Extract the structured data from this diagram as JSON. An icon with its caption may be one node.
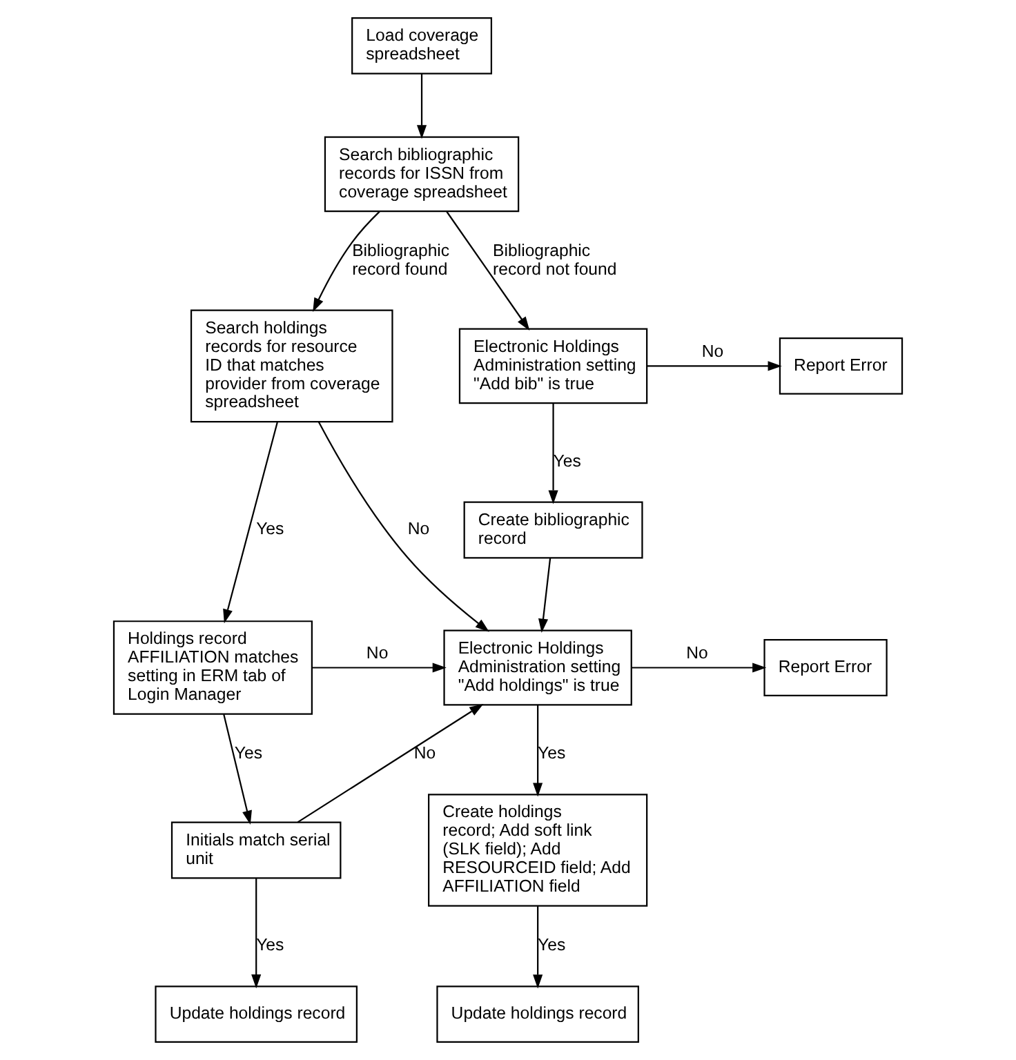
{
  "diagram": {
    "nodes": [
      {
        "text": [
          "Load coverage spreadsheet"
        ]
      },
      {
        "text": [
          "Search bibliographic records for ISSN from coverage spreadsheet"
        ]
      },
      {
        "text": [
          "Search holdings records for resource ID that matches provider from coverage spreadsheet"
        ]
      },
      {
        "text": [
          "Electronic Holdings Administration setting \"Add bib\" is true"
        ]
      },
      {
        "text": [
          "Report Error"
        ]
      },
      {
        "text": [
          "Create bibliographic record"
        ]
      },
      {
        "text": [
          "Holdings record AFFILIATION matches setting in ERM tab of Login Manager"
        ]
      },
      {
        "text": [
          "Electronic Holdings Administration setting \"Add holdings\" is true"
        ]
      },
      {
        "text": [
          "Report Error"
        ]
      },
      {
        "text": [
          "Initials match serial unit"
        ]
      },
      {
        "text": [
          "Create holdings record; Add soft link (SLK field); Add RESOURCEID field; Add AFFILIATION field"
        ]
      },
      {
        "text": [
          "Update holdings record"
        ]
      },
      {
        "text": [
          "Update holdings record"
        ]
      }
    ],
    "edges": [
      {
        "from": 0,
        "to": 1,
        "arrow": "to"
      },
      {
        "from": 1,
        "to": 2,
        "arrow": "to",
        "label": "Bibliographic record found"
      },
      {
        "from": 1,
        "to": 3,
        "arrow": "to",
        "label": "Bibliographic record not found"
      },
      {
        "from": 3,
        "to": 4,
        "arrow": "to",
        "label": "No"
      },
      {
        "from": 3,
        "to": 5,
        "arrow": "to",
        "label": "Yes"
      },
      {
        "from": 2,
        "to": 6,
        "arrow": "to",
        "label": "Yes"
      },
      {
        "from": 2,
        "to": 7,
        "arrow": "to",
        "label": "No"
      },
      {
        "from": 5,
        "to": 7,
        "arrow": "to"
      },
      {
        "from": 6,
        "to": 7,
        "arrow": "to",
        "label": "No"
      },
      {
        "from": 7,
        "to": 8,
        "arrow": "to",
        "label": "No"
      },
      {
        "from": 6,
        "to": 9,
        "arrow": "to",
        "label": "Yes"
      },
      {
        "from": 9,
        "to": 7,
        "arrow": "to",
        "label": "No"
      },
      {
        "from": 9,
        "to": 11,
        "arrow": "to",
        "label": "Yes"
      },
      {
        "from": 7,
        "to": 10,
        "arrow": "to",
        "label": "Yes"
      },
      {
        "from": 10,
        "to": 12,
        "arrow": "to",
        "label": "Yes"
      }
    ]
  }
}
